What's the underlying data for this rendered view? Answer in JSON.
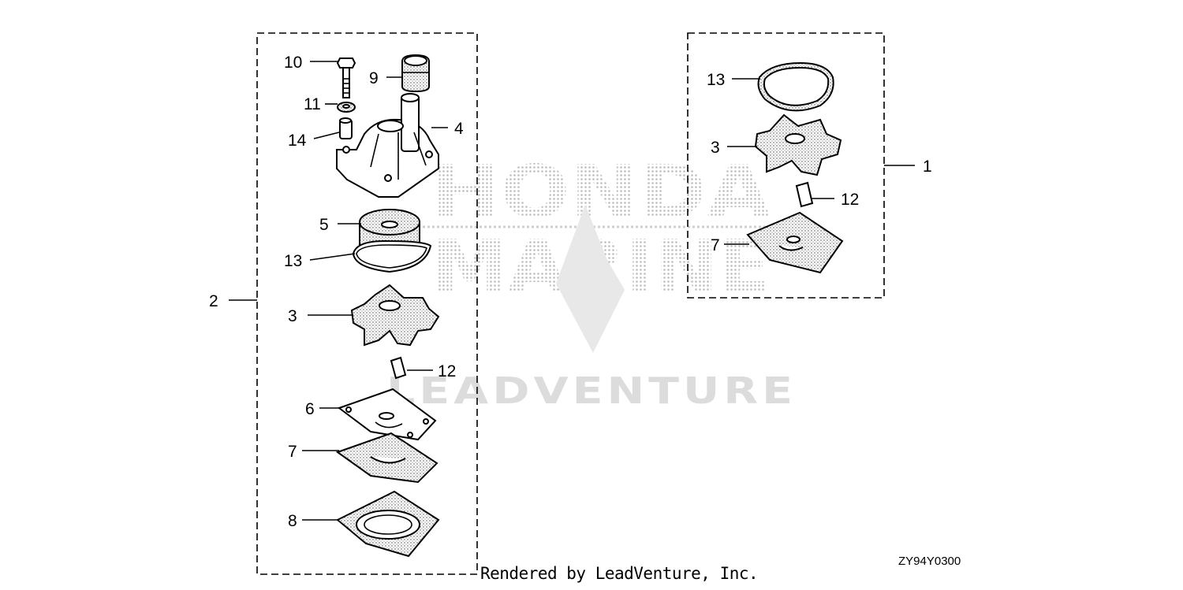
{
  "watermark": {
    "line1": "HONDA",
    "line2": "MARINE",
    "brand": "LEADVENTURE"
  },
  "diagram_code": "ZY94Y0300",
  "credit": "Rendered by LeadVenture, Inc.",
  "callouts": {
    "c1": "1",
    "c2": "2",
    "c3_left": "3",
    "c3_right": "3",
    "c4": "4",
    "c5": "5",
    "c6": "6",
    "c7_left": "7",
    "c7_right": "7",
    "c8": "8",
    "c9": "9",
    "c10": "10",
    "c11": "11",
    "c12_left": "12",
    "c12_right": "12",
    "c13_left": "13",
    "c13_right": "13",
    "c14": "14"
  },
  "colors": {
    "line": "#000000",
    "watermark": "#d8d8d8"
  }
}
